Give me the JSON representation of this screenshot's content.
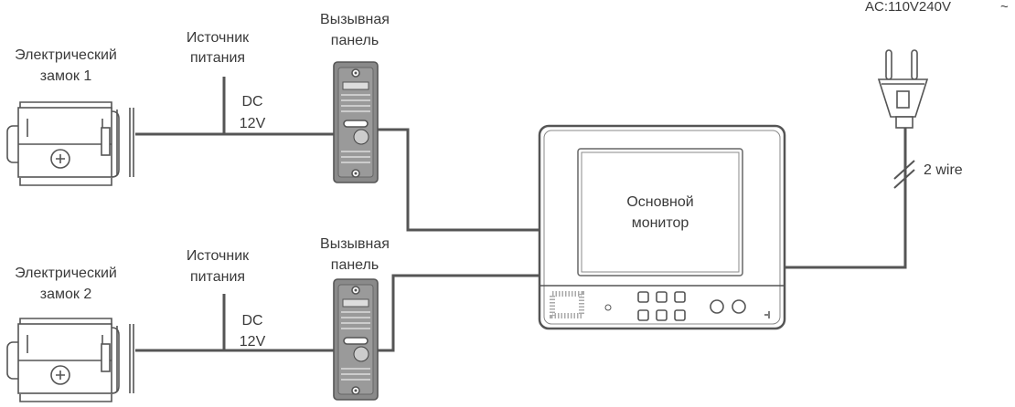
{
  "power": {
    "label": "AC:110V240V",
    "tilde": "~",
    "wire_label": "2 wire"
  },
  "monitor": {
    "line1": "Основной",
    "line2": "монитор"
  },
  "rows": [
    {
      "lock_line1": "Электрический",
      "lock_line2": "замок 1",
      "psu_line1": "Источник",
      "psu_line2": "питания",
      "dc_line1": "DC",
      "dc_line2": "12V",
      "panel_line1": "Вызывная",
      "panel_line2": "панель"
    },
    {
      "lock_line1": "Электрический",
      "lock_line2": "замок 2",
      "psu_line1": "Источник",
      "psu_line2": "питания",
      "dc_line1": "DC",
      "dc_line2": "12V",
      "panel_line1": "Вызывная",
      "panel_line2": "панель"
    }
  ]
}
